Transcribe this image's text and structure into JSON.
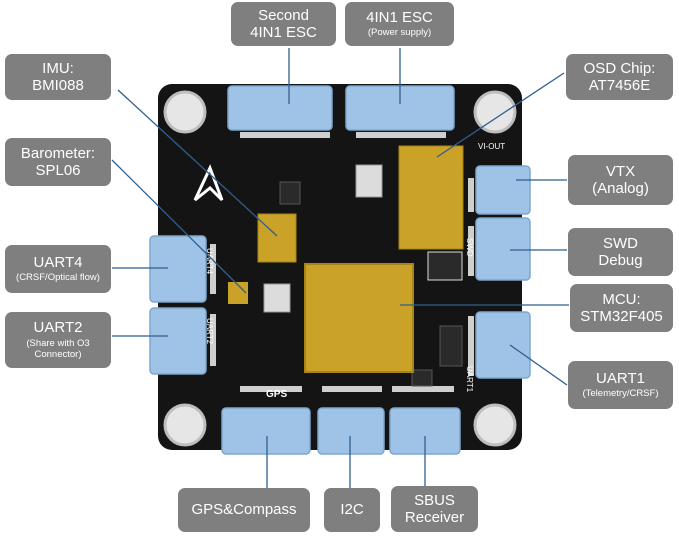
{
  "labels": {
    "second_esc": {
      "line1": "Second",
      "line2": "4IN1 ESC"
    },
    "esc": {
      "line1": "4IN1 ESC",
      "sub": "(Power supply)"
    },
    "imu": {
      "line1": "IMU:",
      "line2": "BMI088"
    },
    "osd": {
      "line1": "OSD Chip:",
      "line2": "AT7456E"
    },
    "baro": {
      "line1": "Barometer:",
      "line2": "SPL06"
    },
    "vtx": {
      "line1": "VTX",
      "line2": "(Analog)"
    },
    "uart4": {
      "line1": "UART4",
      "sub": "(CRSF/Optical flow)"
    },
    "swd": {
      "line1": "SWD",
      "line2": "Debug"
    },
    "mcu": {
      "line1": "MCU:",
      "line2": "STM32F405"
    },
    "uart2": {
      "line1": "UART2",
      "sub1": "(Share with O3",
      "sub2": "Connector)"
    },
    "uart1": {
      "line1": "UART1",
      "sub": "(Telemetry/CRSF)"
    },
    "gps": {
      "line1": "GPS&Compass"
    },
    "i2c": {
      "line1": "I2C"
    },
    "sbus": {
      "line1": "SBUS",
      "line2": "Receiver"
    }
  },
  "silkscreen": {
    "gps": "GPS",
    "vi_out": "VI-OUT",
    "uart4": "UART4",
    "uart2": "UART2",
    "swd": "SWD",
    "uart1": "UART1"
  },
  "colors": {
    "callout_bg": "#7f7f7f",
    "board": "#141414",
    "connector": "#9ec3e6",
    "chip_gold": "#c9a227",
    "leader": "#2f5f8f"
  }
}
